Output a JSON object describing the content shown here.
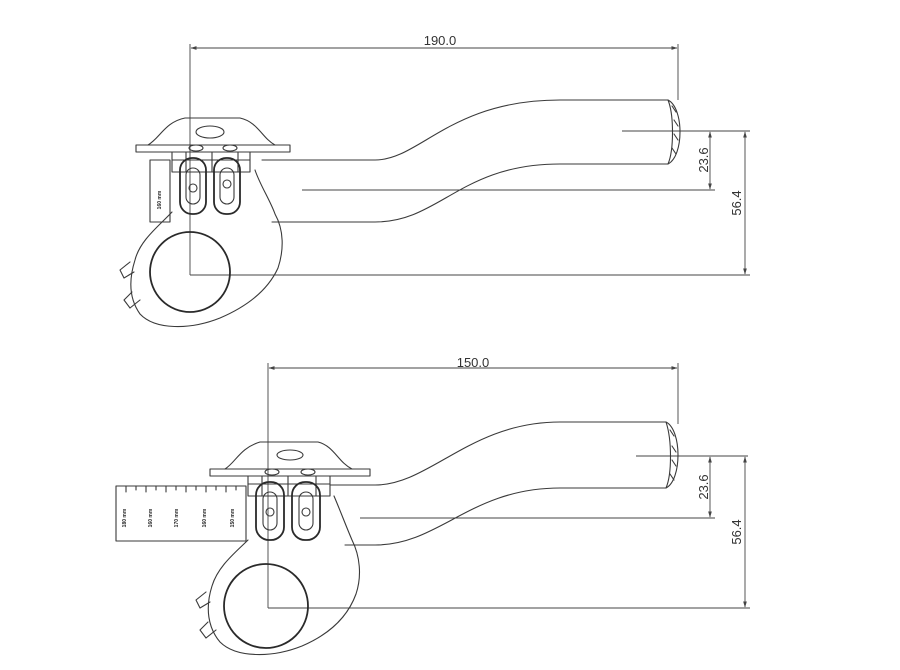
{
  "views": [
    {
      "name": "top-view",
      "dims": {
        "length": "190.0",
        "rise_small": "23.6",
        "rise_total": "56.4"
      },
      "scale_labels": [
        "160 mm"
      ]
    },
    {
      "name": "bottom-view",
      "dims": {
        "length": "150.0",
        "rise_small": "23.6",
        "rise_total": "56.4"
      },
      "scale_labels": [
        "180 mm",
        "160 mm",
        "170 mm",
        "160 mm",
        "150 mm"
      ]
    }
  ]
}
